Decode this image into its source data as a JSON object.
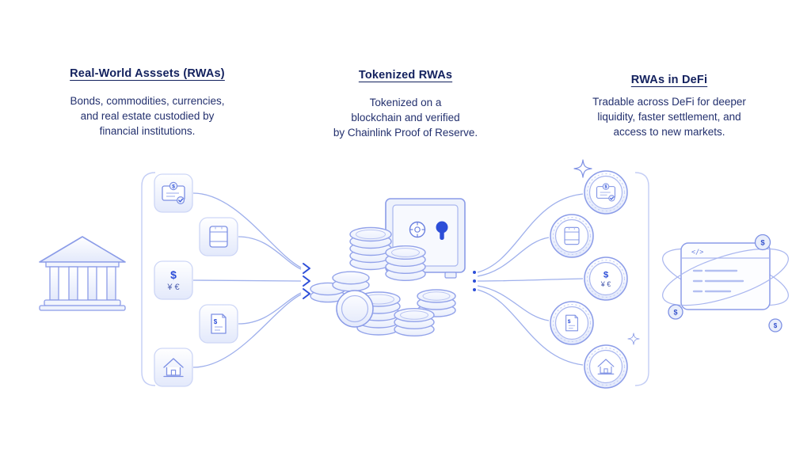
{
  "page": {
    "background": "#ffffff"
  },
  "columns": [
    {
      "id": "real-world-assets",
      "title": "Real-World Asssets (RWAs)",
      "desc_lines": [
        "Bonds, commodities, currencies,",
        "and real estate custodied by",
        "financial institutions."
      ]
    },
    {
      "id": "tokenized-rwas",
      "title": "Tokenized RWAs",
      "desc_lines": [
        "Tokenized on a",
        "blockchain and verified",
        "by Chainlink Proof of Reserve."
      ]
    },
    {
      "id": "rwas-in-defi",
      "title": "RWAs in DeFi",
      "desc_lines": [
        "Tradable across DeFi for deeper",
        "liquidity, faster settlement, and",
        "access to new markets."
      ]
    }
  ],
  "symbols": {
    "dollar": "$",
    "yen_euro": "¥ €",
    "code": "</>"
  },
  "assets": [
    "certificate",
    "barrel",
    "currencies",
    "document",
    "real-estate"
  ],
  "icons": [
    "bank-icon",
    "certificate-icon",
    "barrel-icon",
    "currency-icon",
    "document-icon",
    "house-icon",
    "vault-icon",
    "coin-stack-icon",
    "sparkle-icon",
    "defi-app-window-icon"
  ],
  "colors": {
    "heading": "#13215e",
    "body_text": "#23306e",
    "line_art": "#8b9ce8",
    "accent": "#2d4ed8",
    "tile_border": "#cdd6f6",
    "tile_fill": "#eef2fc"
  }
}
